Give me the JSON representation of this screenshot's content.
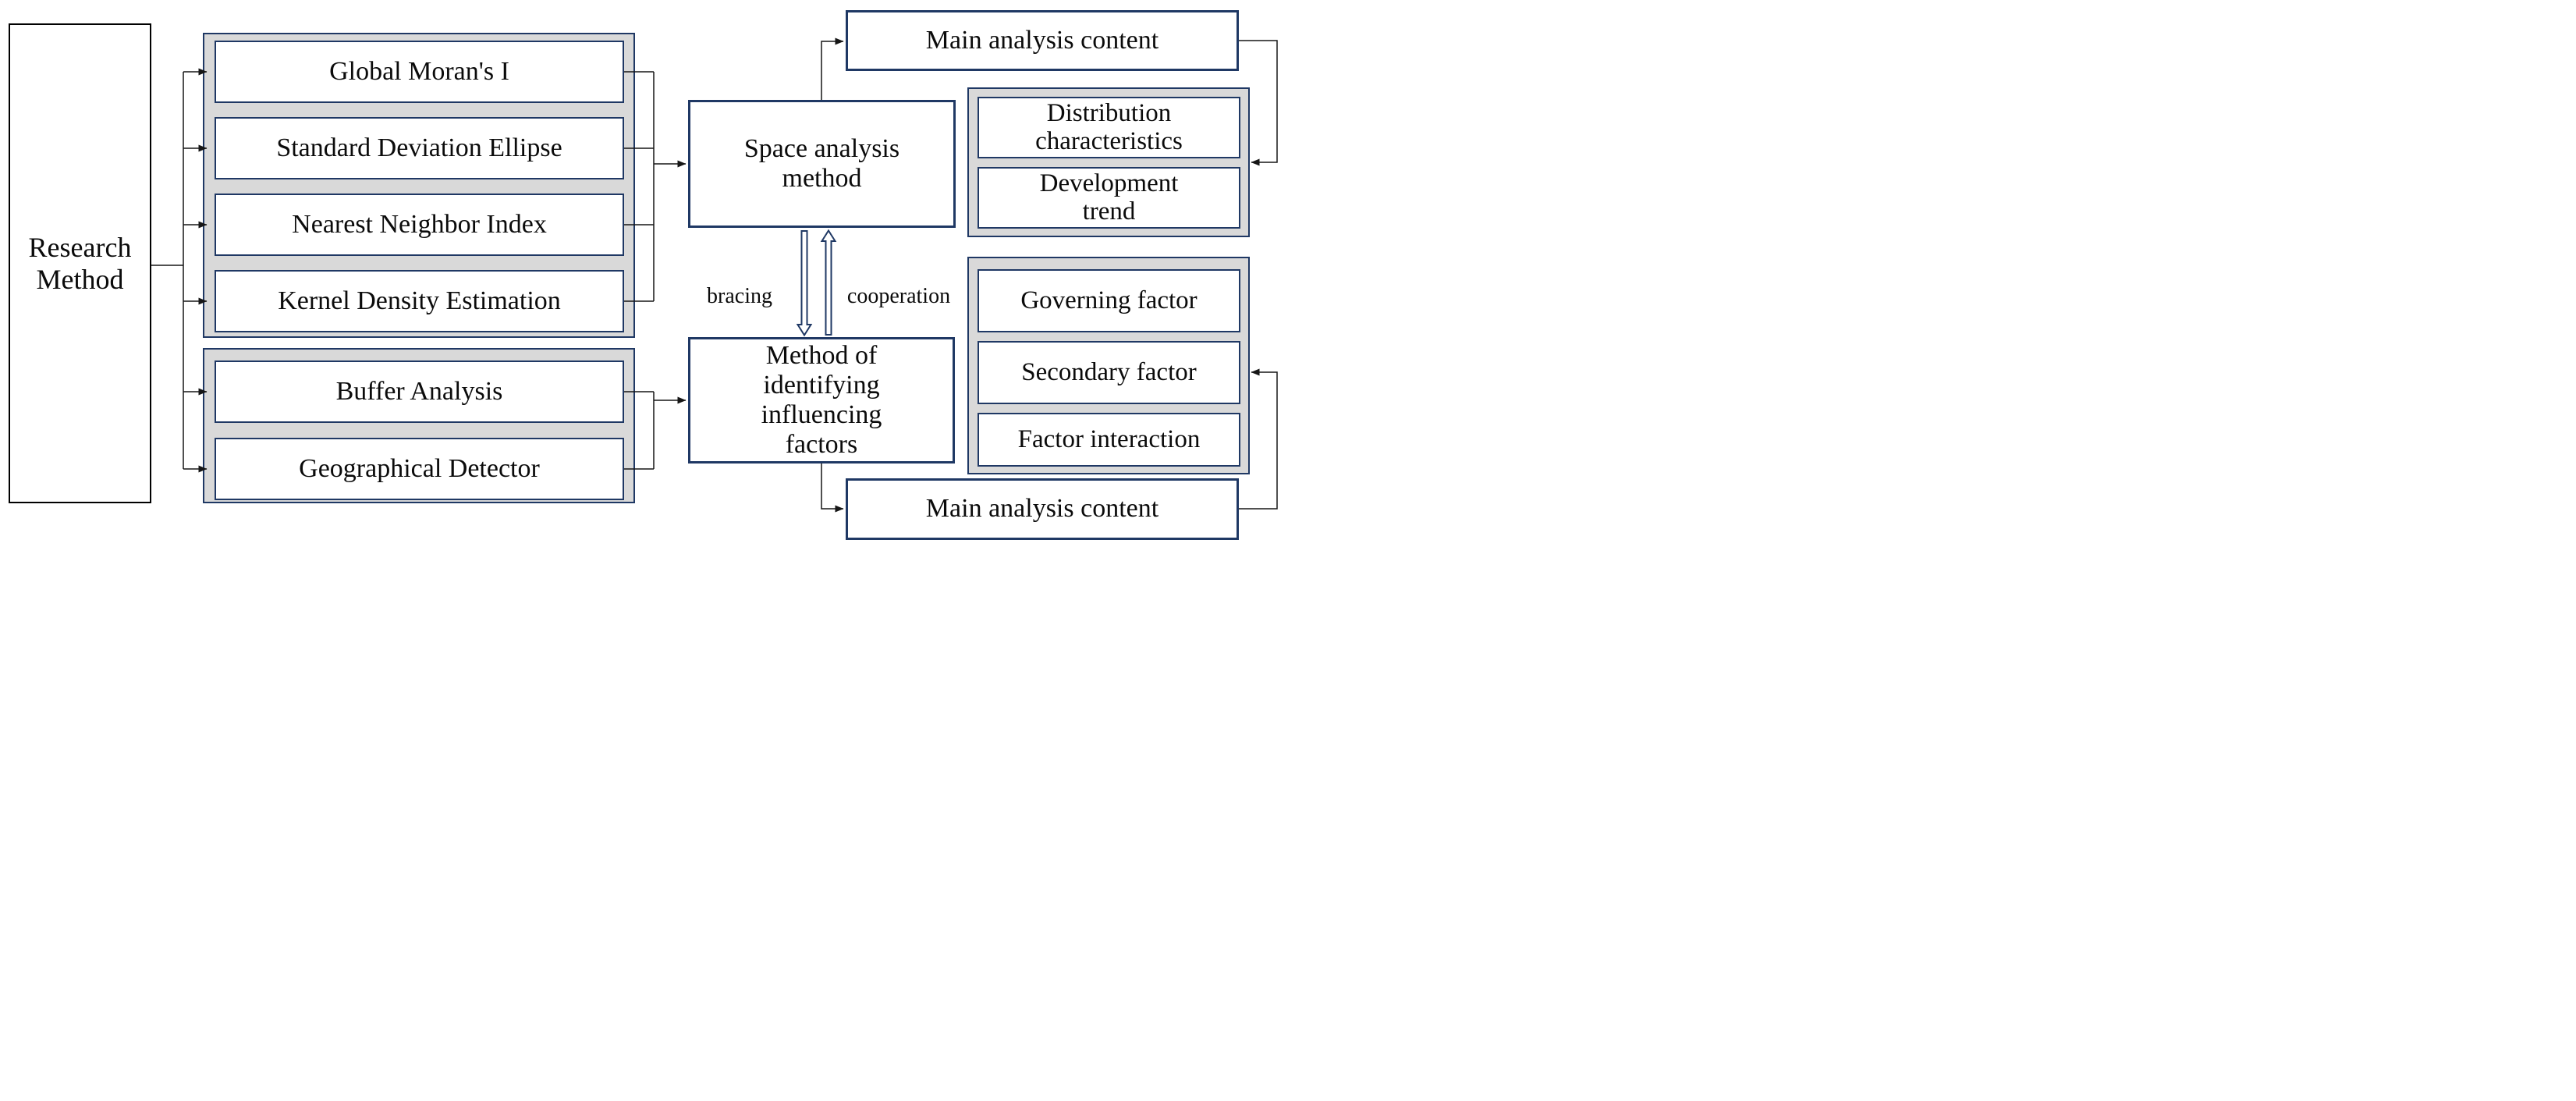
{
  "colors": {
    "navy": "#1f3864",
    "gray": "#d9d9d9",
    "line": "#161616",
    "text": "#0b0b0b"
  },
  "root": {
    "label": "Research Method"
  },
  "spatial_group": {
    "items": [
      "Global Moran's I",
      "Standard Deviation Ellipse",
      "Nearest Neighbor Index",
      "Kernel Density Estimation"
    ]
  },
  "factor_group": {
    "items": [
      "Buffer Analysis",
      "Geographical Detector"
    ]
  },
  "hubs": {
    "space": "Space analysis method",
    "method": "Method of identifying influencing factors"
  },
  "links": {
    "down_label": "bracing",
    "up_label": "cooperation"
  },
  "outputs": {
    "main_top": "Main analysis content",
    "main_bottom": "Main analysis content",
    "space_results": [
      "Distribution characteristics",
      "Development trend"
    ],
    "factor_results": [
      "Governing factor",
      "Secondary factor",
      "Factor interaction"
    ]
  }
}
